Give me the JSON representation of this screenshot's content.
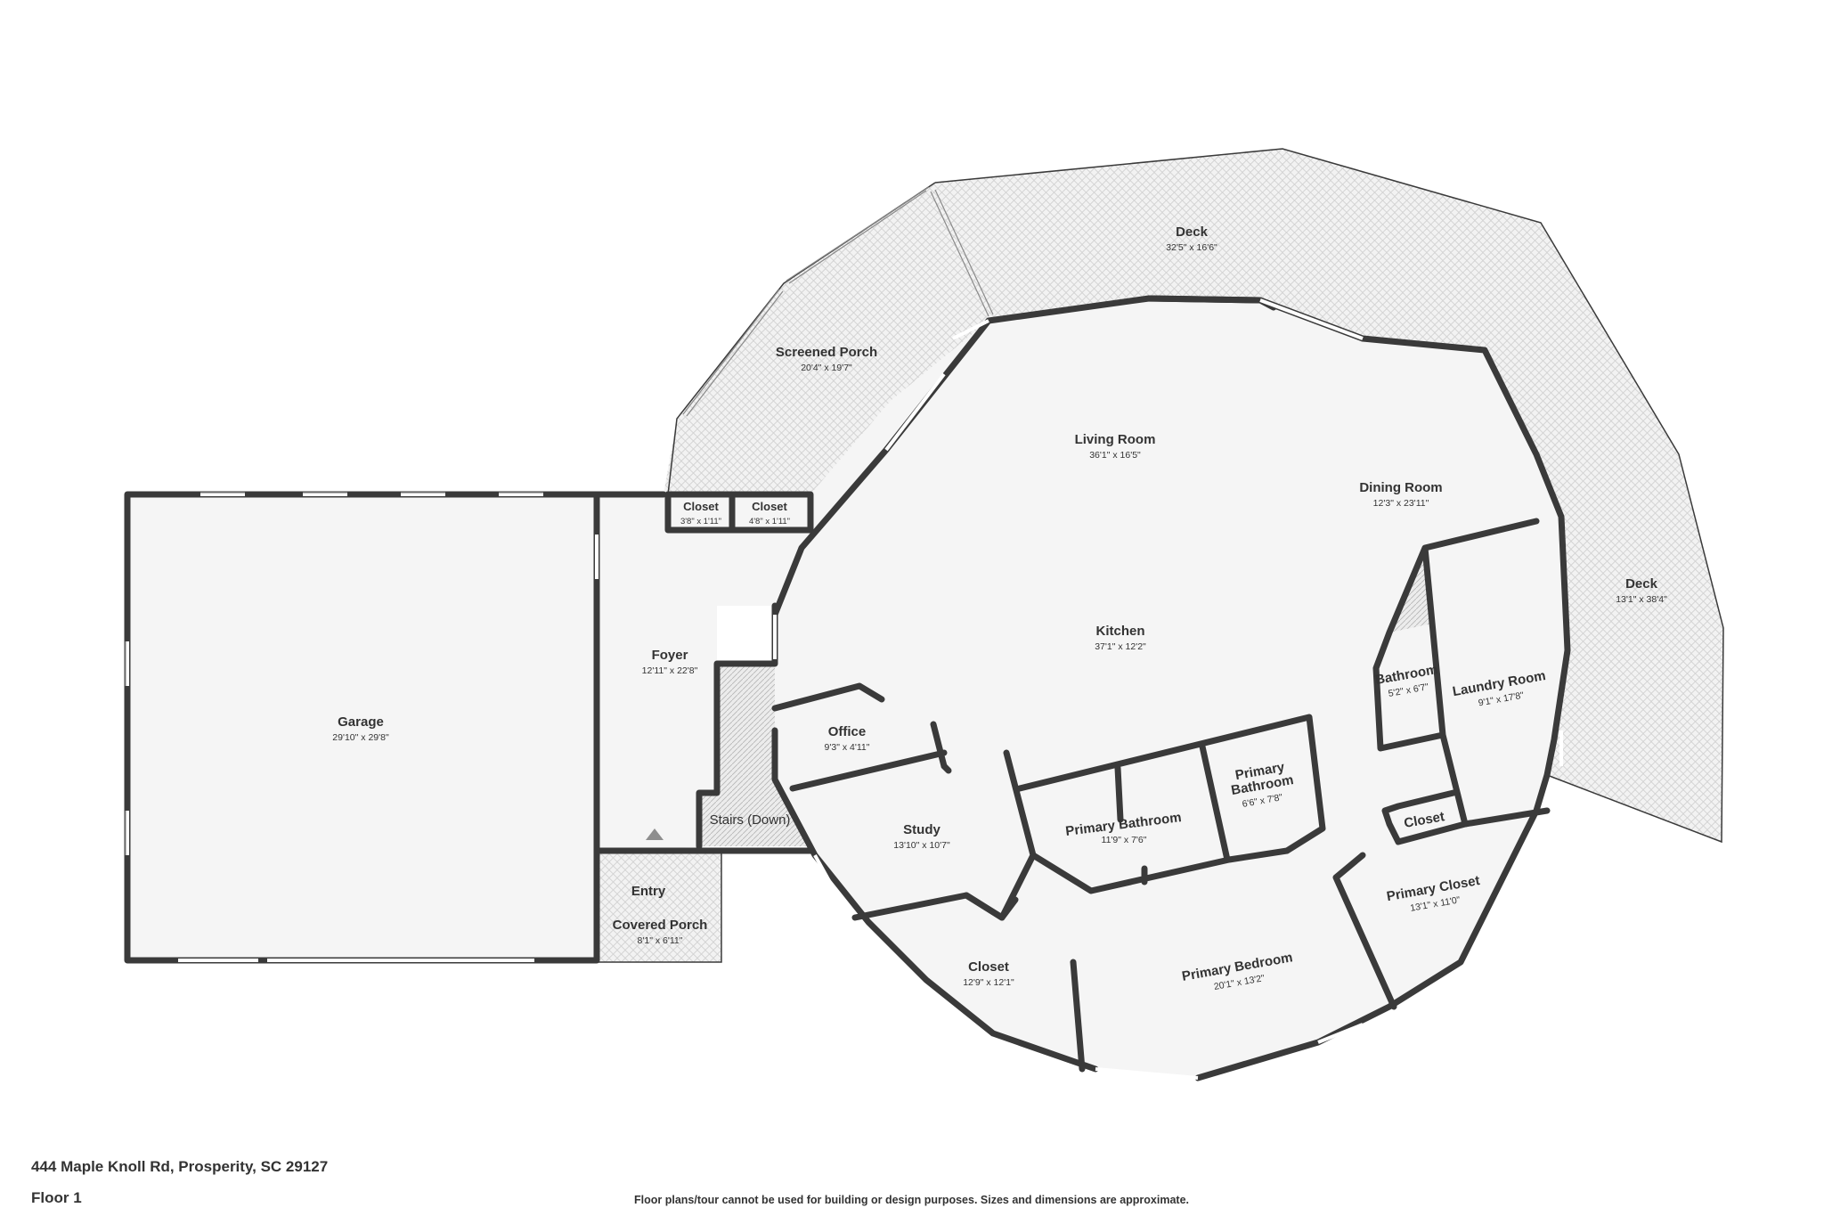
{
  "address": "444 Maple Knoll Rd, Prosperity, SC 29127",
  "floor_label": "Floor 1",
  "disclaimer": "Floor plans/tour cannot be used for building or design purposes. Sizes and dimensions are approximate.",
  "rooms": [
    {
      "id": "deck-top",
      "name": "Deck",
      "dims": "32'5\" x 16'6\""
    },
    {
      "id": "deck-right",
      "name": "Deck",
      "dims": "13'1\" x 38'4\""
    },
    {
      "id": "screened-porch",
      "name": "Screened Porch",
      "dims": "20'4\" x 19'7\""
    },
    {
      "id": "living-room",
      "name": "Living Room",
      "dims": "36'1\" x 16'5\""
    },
    {
      "id": "dining-room",
      "name": "Dining Room",
      "dims": "12'3\" x 23'11\""
    },
    {
      "id": "kitchen",
      "name": "Kitchen",
      "dims": "37'1\" x 12'2\""
    },
    {
      "id": "closet-1",
      "name": "Closet",
      "dims": "3'8\" x 1'11\""
    },
    {
      "id": "closet-2",
      "name": "Closet",
      "dims": "4'8\" x 1'11\""
    },
    {
      "id": "foyer",
      "name": "Foyer",
      "dims": "12'11\" x 22'8\""
    },
    {
      "id": "garage",
      "name": "Garage",
      "dims": "29'10\" x 29'8\""
    },
    {
      "id": "office",
      "name": "Office",
      "dims": "9'3\" x 4'11\""
    },
    {
      "id": "stairs",
      "name": "Stairs (Down)",
      "dims": ""
    },
    {
      "id": "entry",
      "name": "Entry",
      "dims": ""
    },
    {
      "id": "covered-porch",
      "name": "Covered Porch",
      "dims": "8'1\" x 6'11\""
    },
    {
      "id": "study",
      "name": "Study",
      "dims": "13'10\" x 10'7\""
    },
    {
      "id": "closet-3",
      "name": "Closet",
      "dims": "12'9\" x 12'1\""
    },
    {
      "id": "primary-bathroom-1",
      "name": "Primary Bathroom",
      "dims": "11'9\" x 7'6\""
    },
    {
      "id": "primary-bathroom-2",
      "name": "Primary Bathroom",
      "dims": "6'6\" x 7'8\""
    },
    {
      "id": "bathroom",
      "name": "Bathroom",
      "dims": "5'2\" x 6'7\""
    },
    {
      "id": "laundry-room",
      "name": "Laundry Room",
      "dims": "9'1\" x 17'8\""
    },
    {
      "id": "closet-4",
      "name": "Closet",
      "dims": ""
    },
    {
      "id": "primary-closet",
      "name": "Primary Closet",
      "dims": "13'1\" x 11'0\""
    },
    {
      "id": "primary-bedroom",
      "name": "Primary Bedroom",
      "dims": "20'1\" x 13'2\""
    }
  ]
}
